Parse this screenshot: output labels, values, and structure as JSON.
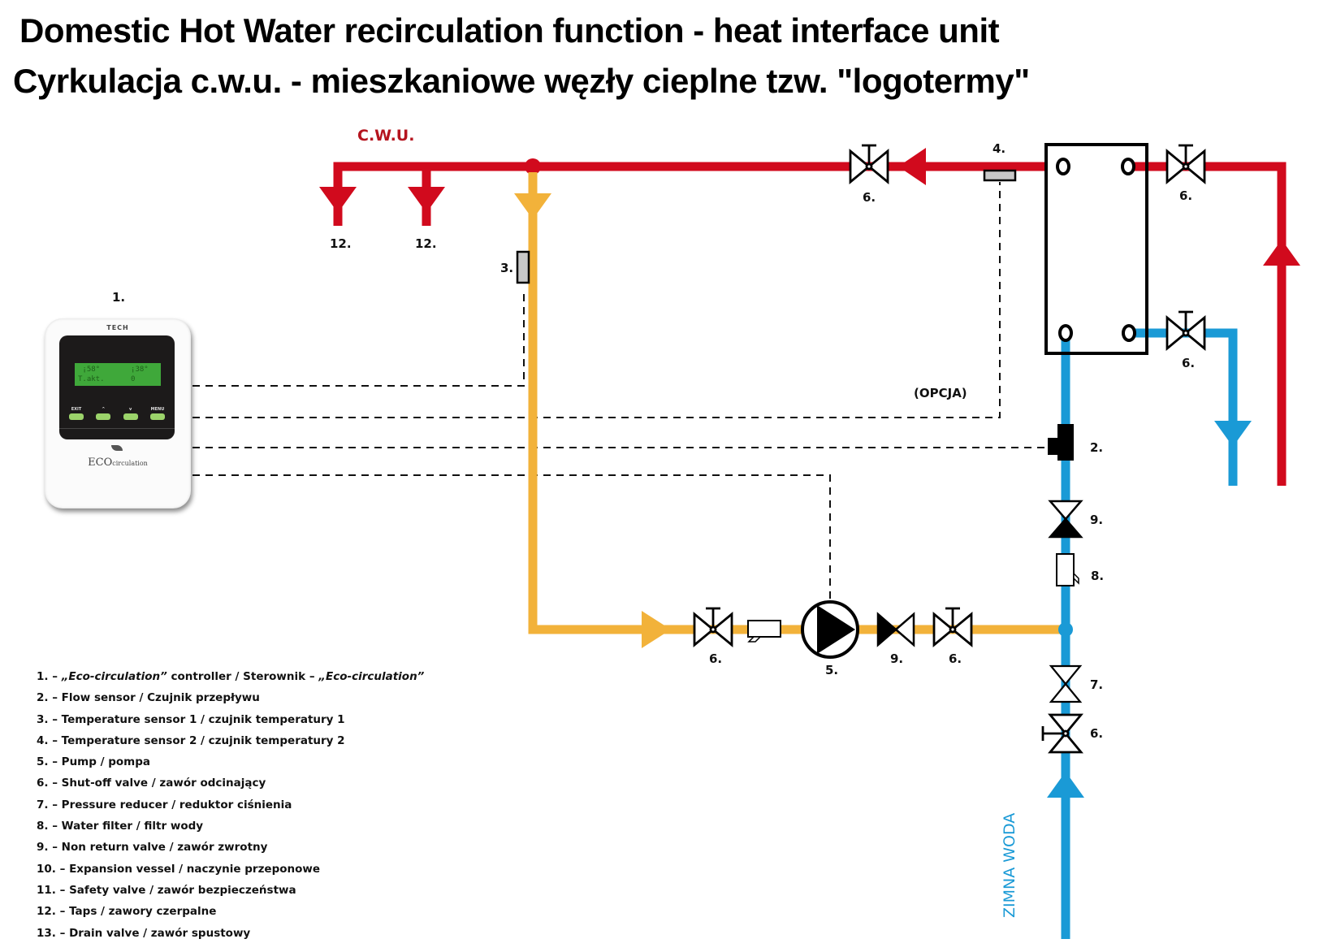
{
  "titles": {
    "line1": "Domestic Hot Water recirculation function -  heat interface unit",
    "line2": "Cyrkulacja c.w.u. - mieszkaniowe węzły cieplne tzw. \"logotermy\""
  },
  "colors": {
    "hot_water": "#d10a1d",
    "circulation": "#f2b23a",
    "cold_water": "#1a9ad6",
    "symbol": "#000000",
    "sensor_fill": "#c8c8c8"
  },
  "labels": {
    "cwu": "C.W.U.",
    "opcja": "(OPCJA)",
    "zimna_woda": "ZIMNA WODA",
    "tap_left": "12.",
    "tap_right": "12.",
    "controller": "1.",
    "flow_sensor": "2.",
    "temp_sensor_1": "3.",
    "temp_sensor_2": "4.",
    "pump": "5.",
    "valve_hot_left": "6.",
    "valve_hot_right": "6.",
    "valve_cold_right": "6.",
    "valve_circ_left": "6.",
    "valve_circ_right": "6.",
    "valve_cold_main": "6.",
    "pressure_reducer": "7.",
    "filter": "8.",
    "nrv_cold": "9.",
    "nrv_circ": "9."
  },
  "controller": {
    "brand": "TECH",
    "lcd_line1": " ¡58°       ¡38°",
    "lcd_line2": "T.akt.      0",
    "buttons": [
      "EXIT",
      "^",
      "v",
      "MENU"
    ],
    "logo_main": "ECO",
    "logo_sub": "circulation"
  },
  "legend": [
    {
      "num": "1.",
      "parts": [
        {
          "t": " – "
        },
        {
          "t": "„Eco-circulation”",
          "i": true
        },
        {
          "t": " controller / Sterownik – "
        },
        {
          "t": "„Eco-circulation”",
          "i": true
        }
      ]
    },
    {
      "num": "2.",
      "parts": [
        {
          "t": " – Flow sensor / Czujnik przepływu"
        }
      ]
    },
    {
      "num": "3.",
      "parts": [
        {
          "t": " – Temperature sensor 1 / czujnik temperatury 1"
        }
      ]
    },
    {
      "num": "4.",
      "parts": [
        {
          "t": " – Temperature sensor 2 / czujnik temperatury 2"
        }
      ]
    },
    {
      "num": "5.",
      "parts": [
        {
          "t": " – Pump / pompa"
        }
      ]
    },
    {
      "num": "6.",
      "parts": [
        {
          "t": " – Shut-off valve / zawór odcinający"
        }
      ]
    },
    {
      "num": "7.",
      "parts": [
        {
          "t": " – Pressure reducer / reduktor ciśnienia"
        }
      ]
    },
    {
      "num": "8.",
      "parts": [
        {
          "t": " – Water filter / filtr wody"
        }
      ]
    },
    {
      "num": "9.",
      "parts": [
        {
          "t": " – Non return valve / zawór zwrotny"
        }
      ]
    },
    {
      "num": "10.",
      "parts": [
        {
          "t": " – Expansion vessel / naczynie przeponowe"
        }
      ]
    },
    {
      "num": "11.",
      "parts": [
        {
          "t": " – Safety valve / zawór bezpieczeństwa"
        }
      ]
    },
    {
      "num": "12.",
      "parts": [
        {
          "t": " – Taps / zawory czerpalne"
        }
      ]
    },
    {
      "num": "13.",
      "parts": [
        {
          "t": " – Drain valve / zawór spustowy"
        }
      ]
    }
  ]
}
